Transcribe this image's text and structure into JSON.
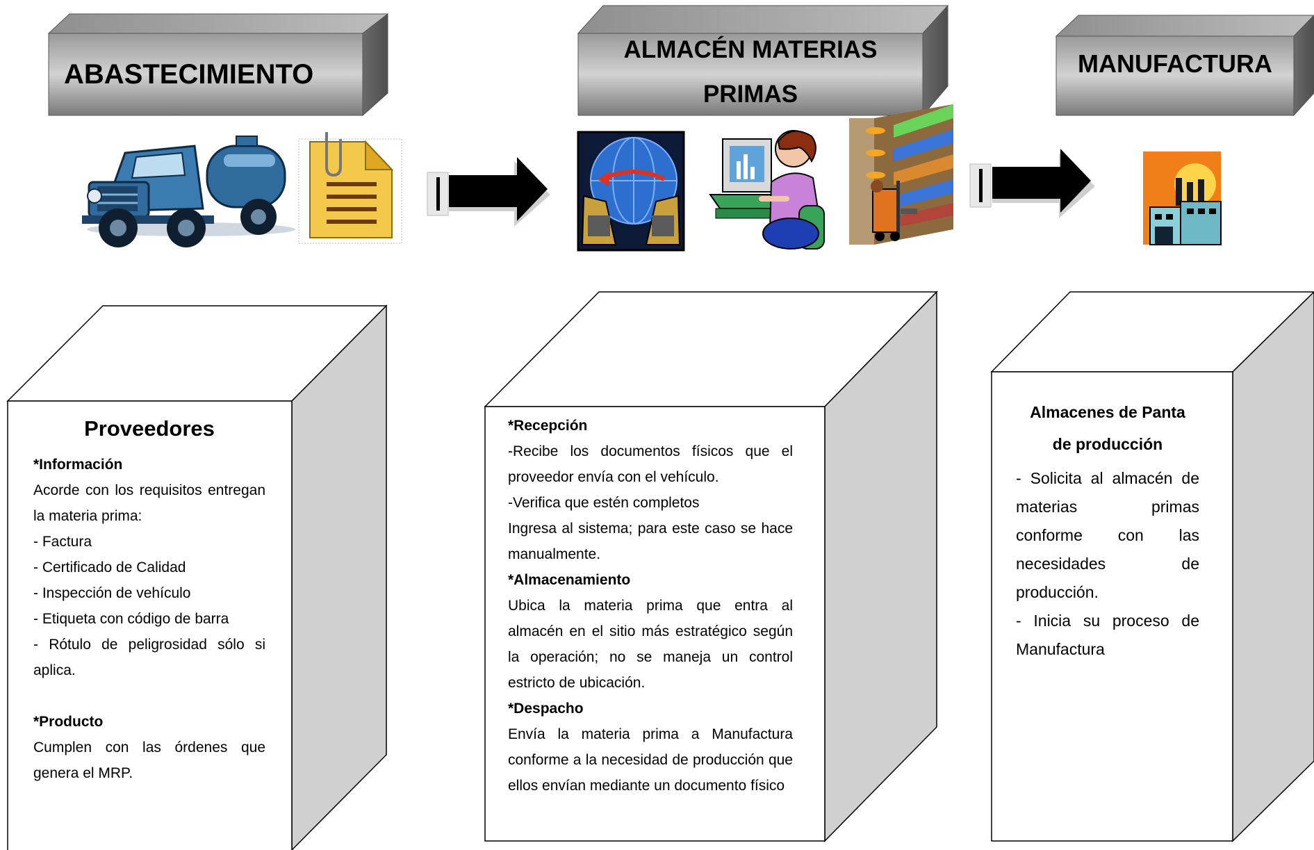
{
  "headers": {
    "abastecimiento": "ABASTECIMIENTO",
    "almacen_line1": "ALMACÉN MATERIAS",
    "almacen_line2": "PRIMAS",
    "manufactura": "MANUFACTURA"
  },
  "icons": [
    "tanker-truck-icon",
    "document-clip-icon",
    "arrow-right-icon",
    "globe-exchange-icon",
    "computer-operator-icon",
    "warehouse-forklift-icon",
    "arrow-right-icon",
    "factory-icon"
  ],
  "colors": {
    "header_top": "#b9b9b9",
    "header_face": "#8a8a8a",
    "header_side": "#5a5a5a",
    "box_side": "#d0d0d0",
    "arrow": "#000000"
  },
  "box1": {
    "title": "Proveedores",
    "info_heading": "*Información",
    "info_text": "Acorde con los requisitos entregan la materia prima:",
    "items": [
      "- Factura",
      "- Certificado de Calidad",
      "- Inspección de vehículo",
      "- Etiqueta con código de barra",
      "- Rótulo de peligrosidad sólo si aplica."
    ],
    "product_heading": "*Producto",
    "product_text": "Cumplen con las órdenes que genera el MRP."
  },
  "box2": {
    "reception_heading": "*Recepción",
    "reception_lines": [
      "-Recibe  los documentos físicos que el proveedor envía con el vehículo.",
      "-Verifica que estén completos",
      "Ingresa al sistema; para este caso se hace manualmente."
    ],
    "storage_heading": "*Almacenamiento",
    "storage_text": "Ubica la materia prima que entra al almacén en el sitio más estratégico según la operación; no se maneja un control estricto de ubicación.",
    "dispatch_heading": "*Despacho",
    "dispatch_text": "Envía la materia prima a Manufactura conforme a la necesidad de producción que ellos envían mediante un documento físico"
  },
  "box3": {
    "title_line1": "Almacenes de  Panta",
    "title_line2": "de producción",
    "request_text": "- Solicita al almacén de materias primas conforme con las necesidades de producción.",
    "start_text": "- Inicia su proceso de Manufactura"
  }
}
